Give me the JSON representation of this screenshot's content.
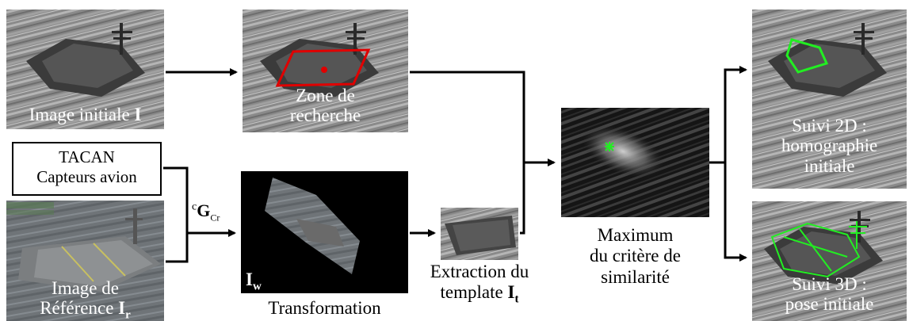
{
  "nodes": {
    "image_initiale": {
      "label": "Image initiale",
      "symbol": "I"
    },
    "zone": {
      "line1": "Zone de",
      "line2": "recherche"
    },
    "tacan": {
      "line1": "TACAN",
      "line2": "Capteurs avion"
    },
    "reference": {
      "line1": "Image de",
      "line2": "Référence",
      "symbol": "I",
      "subscript": "r"
    },
    "transform_matrix": {
      "superscript": "c",
      "symbol": "G",
      "subscript": "Cr"
    },
    "iw": {
      "symbol": "I",
      "subscript": "w"
    },
    "transformation": {
      "label": "Transformation"
    },
    "extraction": {
      "line1": "Extraction du",
      "line2": "template",
      "symbol": "I",
      "subscript": "t"
    },
    "maximum": {
      "line1": "Maximum",
      "line2": "du critère de",
      "line3": "similarité"
    },
    "suivi2d": {
      "line1": "Suivi 2D :",
      "line2": "homographie",
      "line3": "initiale"
    },
    "suivi3d": {
      "line1": "Suivi 3D :",
      "line2": "pose initiale"
    }
  },
  "colors": {
    "roi": "#e00000",
    "track": "#22ee22",
    "arrow": "#000000"
  }
}
